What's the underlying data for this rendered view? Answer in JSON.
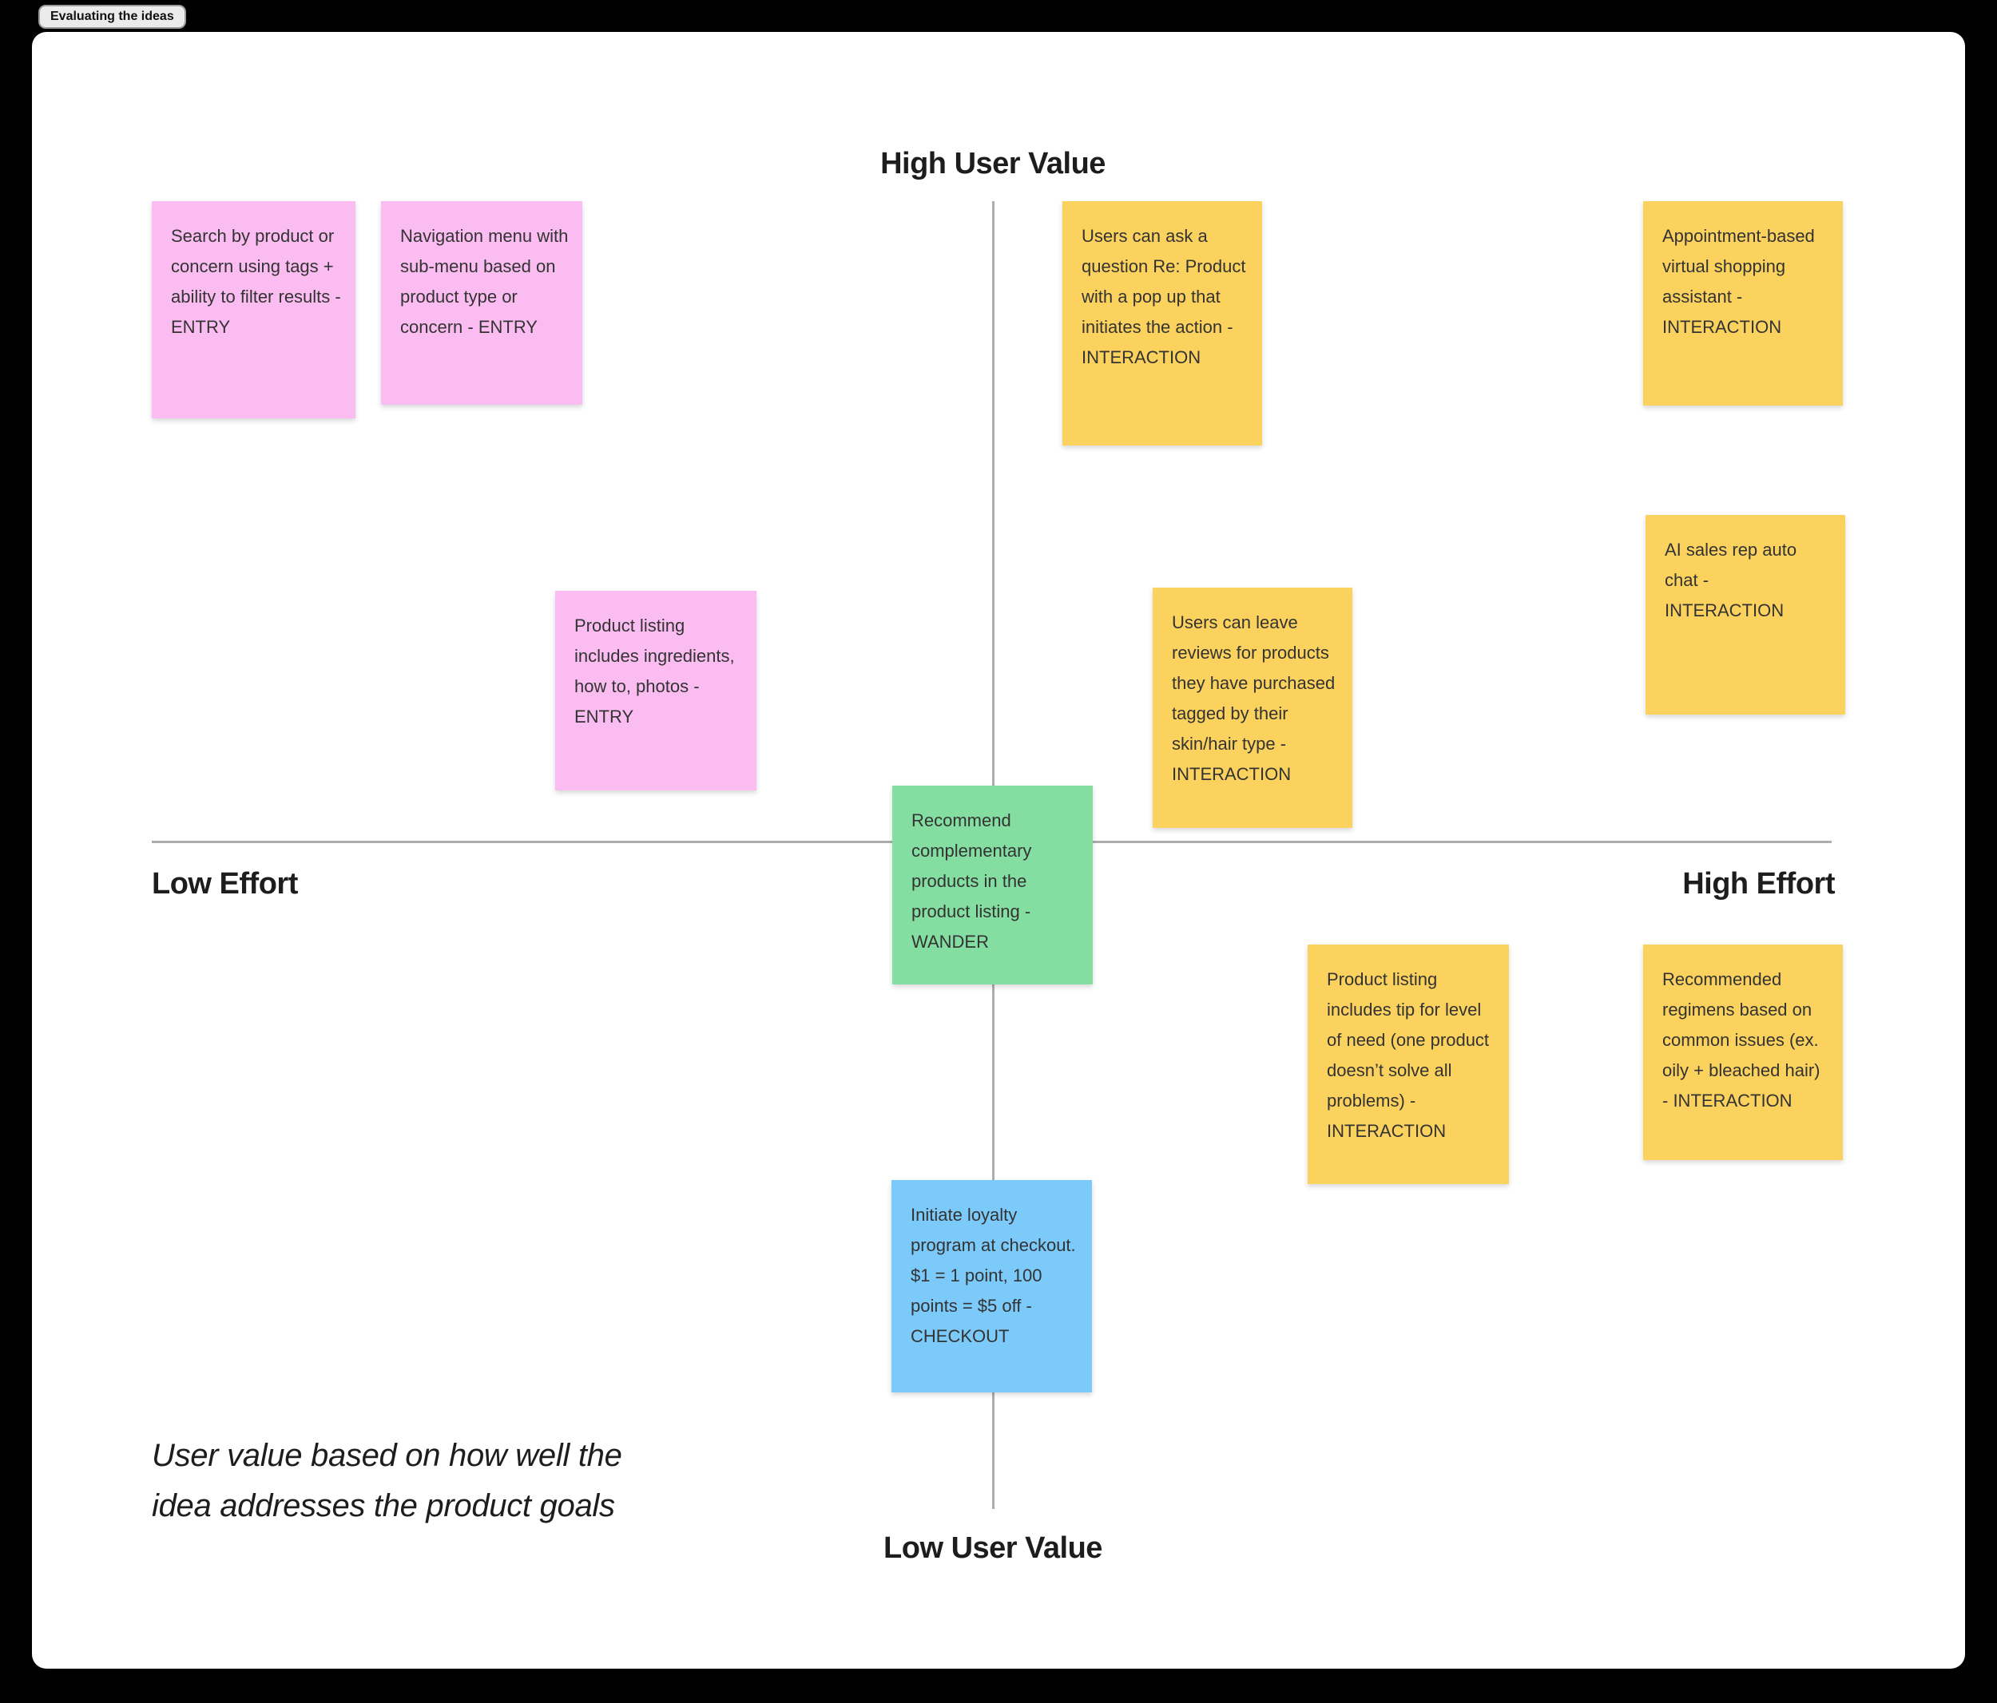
{
  "tab": {
    "label": "Evaluating the ideas"
  },
  "axes": {
    "top_label": "High User Value",
    "bottom_label": "Low User Value",
    "left_label": "Low Effort",
    "right_label": "High Effort",
    "annotation": "User value based on how well the idea addresses the product goals"
  },
  "colors": {
    "background": "#000000",
    "canvas": "#FFFFFF",
    "axis_line": "#ADADAD",
    "sticky_pink": "#FBBDF1",
    "sticky_yellow": "#FBD25D",
    "sticky_green": "#85DEA1",
    "sticky_blue": "#7CCAFA",
    "text": "#1D1D1D"
  },
  "notes": [
    {
      "id": "search-by-product",
      "color": "pink",
      "text": "Search by product or concern using tags + ability to filter results - ENTRY"
    },
    {
      "id": "navigation-menu",
      "color": "pink",
      "text": "Navigation menu with sub-menu based on product type or concern - ENTRY"
    },
    {
      "id": "ask-question",
      "color": "yellow",
      "text": "Users can ask a question Re: Product with a pop up that initiates the action - INTERACTION"
    },
    {
      "id": "appointment-assistant",
      "color": "yellow",
      "text": "Appointment-based virtual shopping assistant - INTERACTION"
    },
    {
      "id": "ai-sales-rep",
      "color": "yellow",
      "text": "AI sales rep auto chat - INTERACTION"
    },
    {
      "id": "leave-reviews",
      "color": "yellow",
      "text": "Users can leave reviews for products they have purchased tagged by their skin/hair type - INTERACTION"
    },
    {
      "id": "product-listing-details",
      "color": "pink",
      "text": "Product listing includes ingredients, how to, photos - ENTRY"
    },
    {
      "id": "recommend-complementary",
      "color": "green",
      "text": "Recommend complementary products in the product listing - WANDER"
    },
    {
      "id": "listing-tip-level-of-need",
      "color": "yellow",
      "text": "Product listing includes tip for level of need (one product doesn’t solve all problems) - INTERACTION"
    },
    {
      "id": "recommended-regimens",
      "color": "yellow",
      "text": "Recommended regimens based on common issues (ex. oily + bleached hair) - INTERACTION"
    },
    {
      "id": "loyalty-program",
      "color": "blue",
      "text": "Initiate loyalty program at checkout. $1 = 1 point, 100 points = $5 off - CHECKOUT"
    }
  ]
}
